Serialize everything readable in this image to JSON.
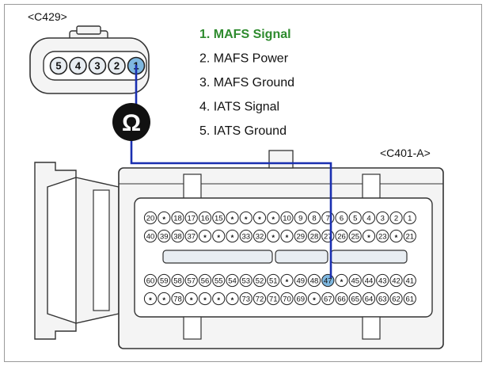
{
  "connector_c429": {
    "label": "<C429>",
    "pins": [
      "5",
      "4",
      "3",
      "2",
      "1"
    ],
    "highlighted_pin": "1"
  },
  "connector_c401a": {
    "label": "<C401-A>",
    "highlighted_pin": "47",
    "rows": [
      [
        "20",
        "*",
        "18",
        "17",
        "16",
        "15",
        "*",
        "*",
        "*",
        "*",
        "10",
        "9",
        "8",
        "7",
        "6",
        "5",
        "4",
        "3",
        "2",
        "1"
      ],
      [
        "40",
        "39",
        "38",
        "37",
        "*",
        "*",
        "*",
        "33",
        "32",
        "*",
        "*",
        "29",
        "28",
        "27",
        "26",
        "25",
        "*",
        "23",
        "*",
        "21"
      ],
      [
        "60",
        "59",
        "58",
        "57",
        "56",
        "55",
        "54",
        "53",
        "52",
        "51",
        "*",
        "49",
        "48",
        "47",
        "*",
        "45",
        "44",
        "43",
        "42",
        "41"
      ],
      [
        "*",
        "*",
        "78",
        "*",
        "*",
        "*",
        "*",
        "73",
        "72",
        "71",
        "70",
        "69",
        "*",
        "67",
        "66",
        "65",
        "64",
        "63",
        "62",
        "61"
      ]
    ]
  },
  "meter": {
    "symbol": "Ω",
    "icon": "ohmmeter-icon"
  },
  "legend": [
    {
      "text": "1. MAFS Signal",
      "highlight": true
    },
    {
      "text": "2. MAFS Power",
      "highlight": false
    },
    {
      "text": "3. MAFS Ground",
      "highlight": false
    },
    {
      "text": "4. IATS Signal",
      "highlight": false
    },
    {
      "text": "5. IATS Ground",
      "highlight": false
    }
  ],
  "colors": {
    "highlight_text": "#2e8b2e",
    "wire": "#1a2fb0",
    "pin_highlight": "#7fb8e0",
    "pin_fill": "#e8edf2"
  }
}
